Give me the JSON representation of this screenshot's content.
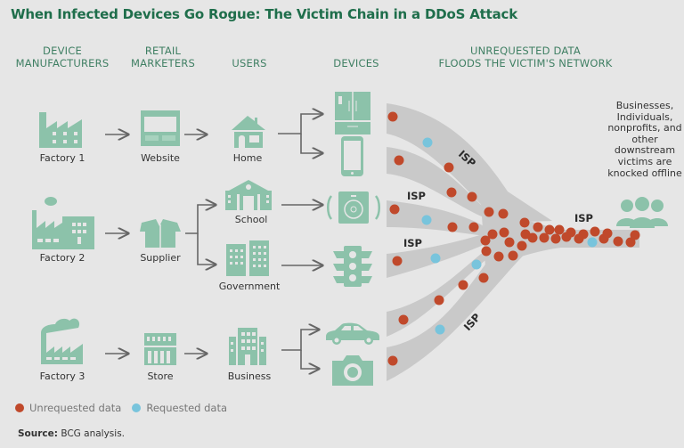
{
  "title": "When Infected Devices Go Rogue: The Victim Chain in a DDoS Attack",
  "columns": {
    "manufacturers": [
      "DEVICE",
      "MANUFACTURERS"
    ],
    "retail": [
      "RETAIL",
      "MARKETERS"
    ],
    "users": [
      "USERS"
    ],
    "devices": [
      "DEVICES"
    ],
    "flood": [
      "UNREQUESTED DATA",
      "FLOODS THE VICTIM'S NETWORK"
    ]
  },
  "manufacturers": [
    {
      "label": "Factory 1",
      "icon": "factory-icon"
    },
    {
      "label": "Factory 2",
      "icon": "factory-smoke-icon"
    },
    {
      "label": "Factory 3",
      "icon": "factory-smokestack-icon"
    }
  ],
  "retailers": [
    {
      "label": "Website",
      "icon": "website-icon"
    },
    {
      "label": "Supplier",
      "icon": "box-icon"
    },
    {
      "label": "Store",
      "icon": "store-icon"
    }
  ],
  "users": [
    {
      "label": "Home",
      "icon": "house-icon"
    },
    {
      "label": "School",
      "icon": "school-icon"
    },
    {
      "label": "Government",
      "icon": "government-building-icon"
    },
    {
      "label": "Business",
      "icon": "office-building-icon"
    }
  ],
  "devices": [
    {
      "name": "refrigerator",
      "icon": "refrigerator-icon"
    },
    {
      "name": "smartphone",
      "icon": "smartphone-icon"
    },
    {
      "name": "speaker",
      "icon": "speaker-icon"
    },
    {
      "name": "traffic light",
      "icon": "traffic-light-icon"
    },
    {
      "name": "car",
      "icon": "car-icon"
    },
    {
      "name": "camera",
      "icon": "camera-icon"
    }
  ],
  "isp_label": "ISP",
  "victims_text": "Businesses, Individuals, nonprofits, and other downstream victims are knocked offline",
  "legend": [
    {
      "label": "Unrequested data",
      "color": "#c0492b"
    },
    {
      "label": "Requested data",
      "color": "#78c4dc"
    }
  ],
  "source_label": "Source:",
  "source_text": "BCG analysis.",
  "colors": {
    "title": "#1f6e4b",
    "icon": "#8cc2aa",
    "stream": "#c9c9c9",
    "unrequested": "#c0492b",
    "requested": "#78c4dc"
  }
}
